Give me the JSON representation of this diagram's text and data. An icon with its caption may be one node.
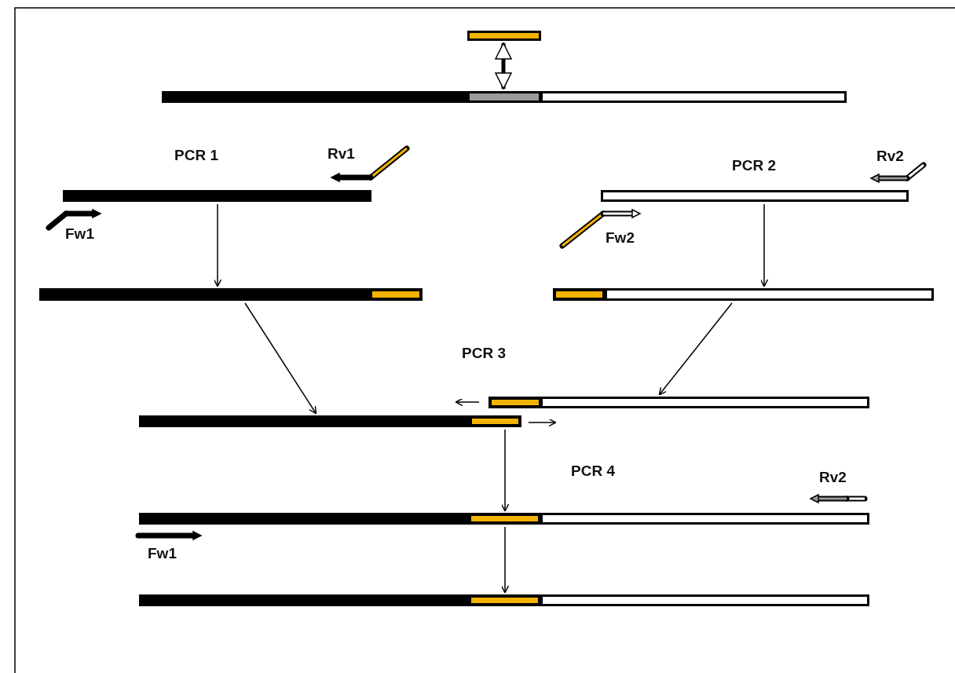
{
  "diagram": {
    "nodes": [
      {
        "text": [],
        "shape": "bar"
      },
      {
        "text": [],
        "shape": "bar"
      },
      {
        "text": [],
        "shape": "bar"
      },
      {
        "text": [],
        "shape": "bar"
      },
      {
        "text": [],
        "shape": "bar"
      },
      {
        "text": [],
        "shape": "bar"
      },
      {
        "text": [],
        "shape": "bar"
      },
      {
        "text": [],
        "shape": "bar"
      },
      {
        "text": [],
        "shape": "bar"
      },
      {
        "text": [],
        "shape": "bar"
      }
    ],
    "edges": [
      {
        "from": 0,
        "to": 1,
        "arrow": "both",
        "style": "thick"
      },
      {
        "from": 2,
        "to": 4,
        "arrow": "to"
      },
      {
        "from": 3,
        "to": 5,
        "arrow": "to"
      },
      {
        "from": 4,
        "to": 7,
        "arrow": "to"
      },
      {
        "from": 5,
        "to": 6,
        "arrow": "to"
      },
      {
        "from": 7,
        "to": 8,
        "arrow": "to"
      },
      {
        "from": 8,
        "to": 9,
        "arrow": "to"
      }
    ],
    "labels": [
      "PCR 1",
      "Rv1",
      "PCR 2",
      "Rv2",
      "Fw1",
      "Fw2",
      "PCR 3",
      "PCR 4",
      "Rv2",
      "Fw1"
    ]
  }
}
